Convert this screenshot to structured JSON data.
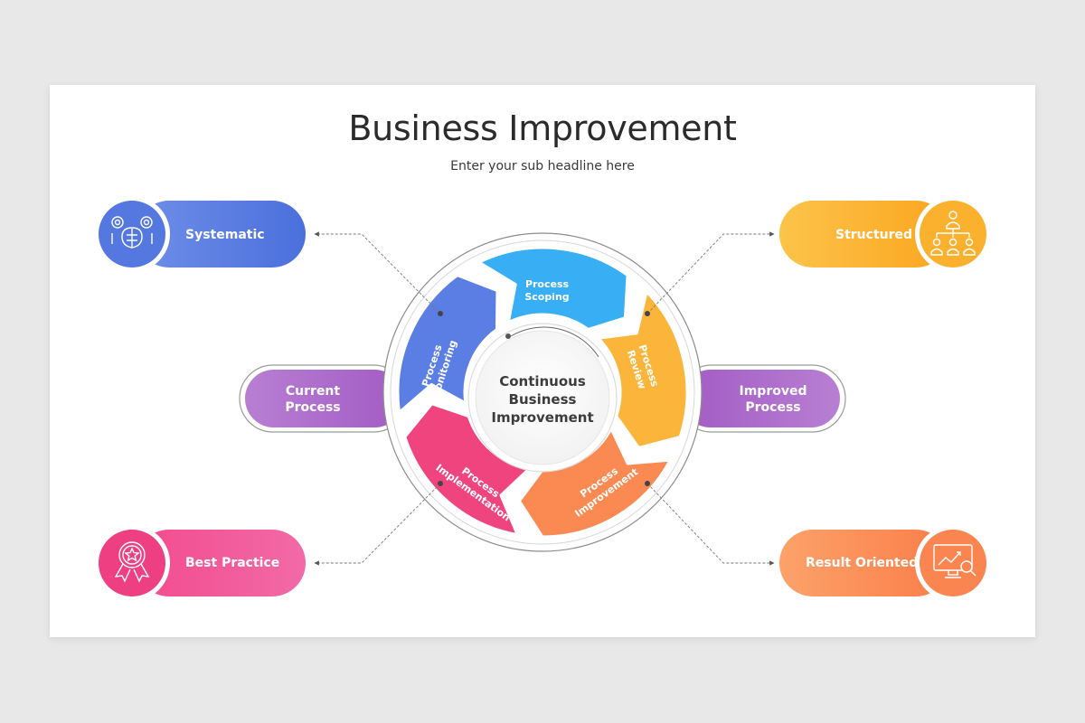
{
  "slide": {
    "title": "Business Improvement",
    "subtitle": "Enter your sub headline here"
  },
  "center": {
    "label": "Continuous\nBusiness\nImprovement"
  },
  "segments": [
    {
      "label": "Process\nScoping",
      "color": "#38aef5"
    },
    {
      "label": "Process\nReview",
      "color": "#fbb53b"
    },
    {
      "label": "Process\nImprovement",
      "color": "#fb8a52"
    },
    {
      "label": "Process\nImplementation",
      "color": "#f0447f"
    },
    {
      "label": "Process\nMonitoring",
      "color": "#5a7ee3"
    }
  ],
  "side_labels": {
    "left": "Current\nProcess",
    "right": "Improved\nProcess"
  },
  "callouts": [
    {
      "label": "Systematic",
      "icon": "brain-gears-icon",
      "color": "#5577e0"
    },
    {
      "label": "Structured",
      "icon": "org-chart-icon",
      "color": "#fbb12e"
    },
    {
      "label": "Best Practice",
      "icon": "award-ribbon-icon",
      "color": "#ee3f82"
    },
    {
      "label": "Result Oriented",
      "icon": "monitor-analytics-icon",
      "color": "#fb8550"
    }
  ],
  "colors": {
    "purple": "#a85fc6",
    "background": "#e9e8e9"
  }
}
